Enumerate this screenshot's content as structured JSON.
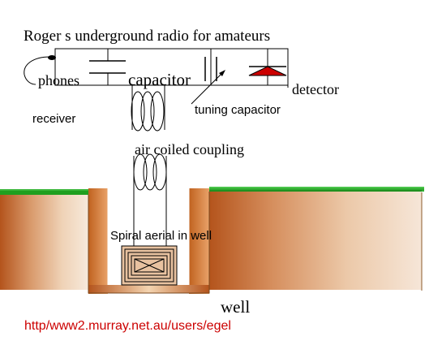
{
  "title": "Roger s underground radio for amateurs",
  "labels": {
    "phones": "phones",
    "capacitor": "capacitor",
    "detector": "detector",
    "tuning_capacitor": "tuning capacitor",
    "receiver": "receiver",
    "air_coupling": "air coiled coupling",
    "spiral_aerial": "Spiral aerial in well",
    "well": "well"
  },
  "url": "http/www2.murray.net.au/users/egel",
  "colors": {
    "wire": "#000000",
    "detector": "#cc0000",
    "url": "#cc0000",
    "grass": "#22aa22",
    "earth_dark": "#b4541c",
    "earth_light": "#f4e4d4"
  }
}
